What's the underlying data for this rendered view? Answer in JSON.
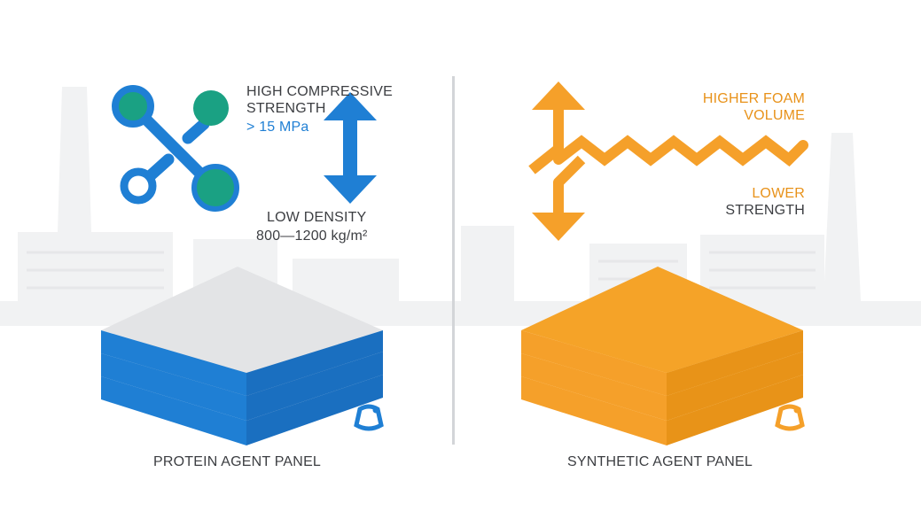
{
  "left_panel": {
    "title": "PROTEIN AGENT PANEL",
    "strength": {
      "line1": "HIGH COMPRESSIVE",
      "line2": "STRENGTH",
      "value": "> 15 MPa"
    },
    "density": {
      "label": "LOW DENSITY",
      "value": "800—1200 kg/m²"
    },
    "icons": [
      "molecule-icon",
      "double-arrow-icon",
      "layered-panel-icon",
      "badge-icon"
    ],
    "colors": {
      "accent": "#1f7fd4",
      "secondary": "#1aa183",
      "panel_top": "#e3e4e6"
    }
  },
  "right_panel": {
    "title": "SYNTHETIC AGENT PANEL",
    "foam": {
      "line1": "HIGHER FOAM",
      "line2": "VOLUME"
    },
    "strength": {
      "line1": "LOWER",
      "line2": "STRENGTH"
    },
    "icons": [
      "up-down-arrow-icon",
      "zigzag-arrow-icon",
      "layered-panel-icon",
      "badge-icon"
    ],
    "colors": {
      "accent": "#f5a02a",
      "light": "#fde8b8",
      "dark": "#e89318"
    }
  }
}
